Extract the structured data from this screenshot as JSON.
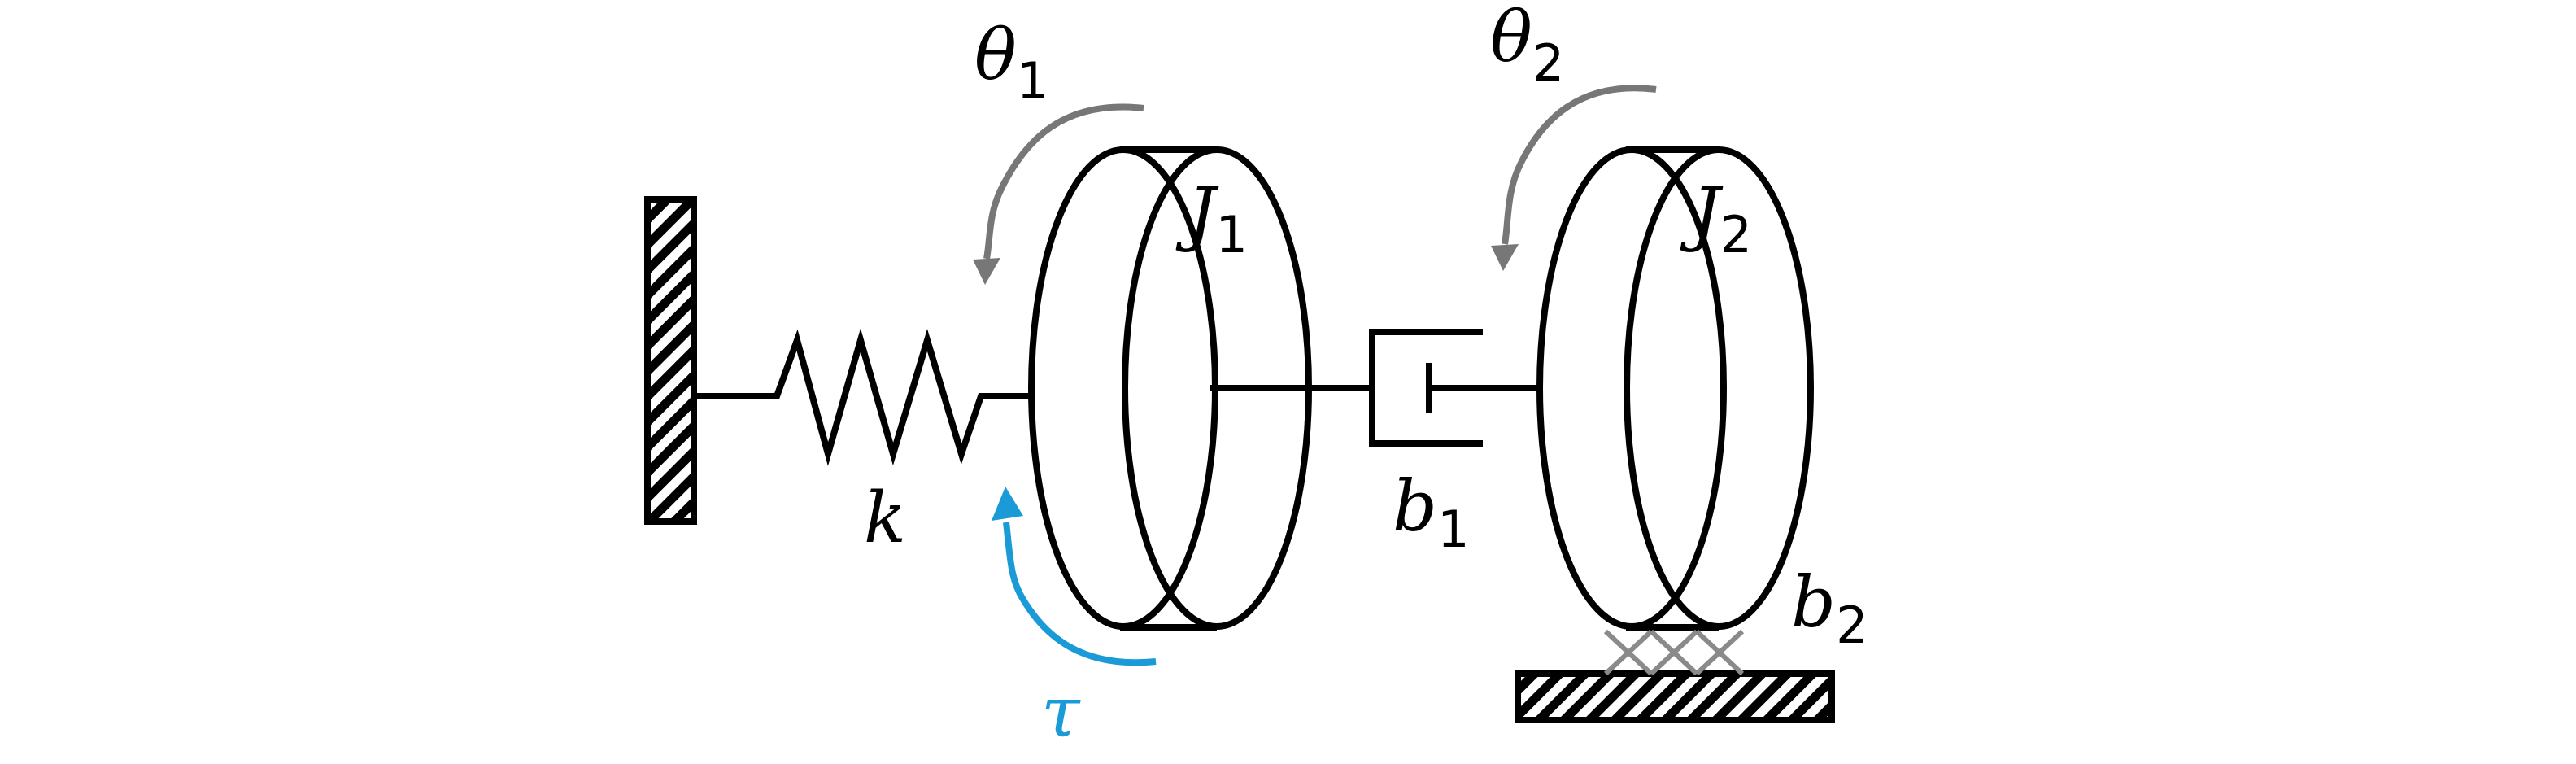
{
  "labels": {
    "theta1": {
      "main": "θ",
      "sub": "1"
    },
    "theta2": {
      "main": "θ",
      "sub": "2"
    },
    "J1": {
      "main": "J",
      "sub": "1"
    },
    "J2": {
      "main": "J",
      "sub": "2"
    },
    "k": {
      "main": "k"
    },
    "b1": {
      "main": "b",
      "sub": "1"
    },
    "b2": {
      "main": "b",
      "sub": "2"
    },
    "tau": {
      "main": "τ"
    }
  },
  "colors": {
    "stroke": "#000000",
    "rotation_arrow": "#777777",
    "torque_arrow": "#1a9bd7",
    "friction": "#8a8a8a"
  }
}
